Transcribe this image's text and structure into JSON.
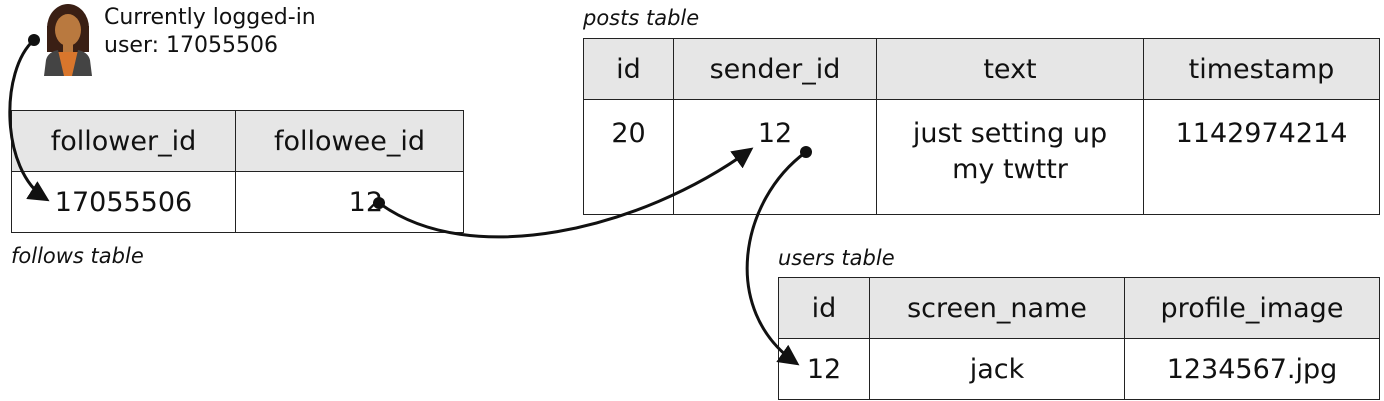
{
  "user": {
    "label_line1": "Currently logged-in",
    "label_line2": "user: 17055506",
    "avatar_icon": "person-avatar-icon"
  },
  "follows": {
    "caption": "follows table",
    "columns": [
      "follower_id",
      "followee_id"
    ],
    "row": [
      "17055506",
      "12"
    ]
  },
  "posts": {
    "caption": "posts table",
    "columns": [
      "id",
      "sender_id",
      "text",
      "timestamp"
    ],
    "row": [
      "20",
      "12",
      "just setting up my twttr",
      "1142974214"
    ]
  },
  "users": {
    "caption": "users table",
    "columns": [
      "id",
      "screen_name",
      "profile_image"
    ],
    "row": [
      "12",
      "jack",
      "1234567.jpg"
    ]
  },
  "colors": {
    "header_fill": "#e6e6e6",
    "border": "#222222",
    "avatar_hair": "#3a1f14",
    "avatar_skin": "#b9793f",
    "avatar_shirt": "#d9762c",
    "avatar_jacket": "#444444"
  }
}
